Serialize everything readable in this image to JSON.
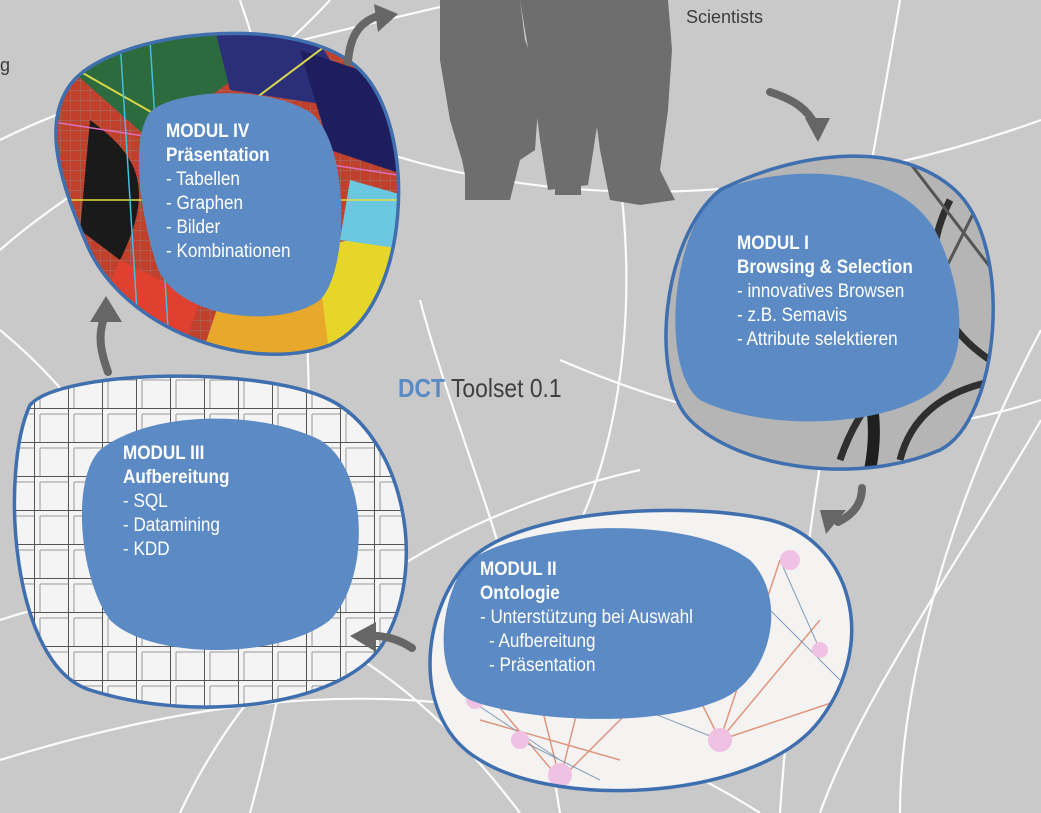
{
  "corner": {
    "scientists_label": "Scientists",
    "left_fragment": "g"
  },
  "center": {
    "brand": "DCT",
    "subtitle": "Toolset 0.1"
  },
  "modules": [
    {
      "title": "MODUL I",
      "subtitle": "Browsing & Selection",
      "items": [
        "- innovatives Browsen",
        "- z.B. Semavis",
        "- Attribute selektieren"
      ]
    },
    {
      "title": "MODUL II",
      "subtitle": "Ontologie",
      "items": [
        "- Unterstützung bei Auswahl",
        "  - Aufbereitung",
        "  - Präsentation"
      ]
    },
    {
      "title": "MODUL III",
      "subtitle": "Aufbereitung",
      "items": [
        "- SQL",
        "- Datamining",
        "- KDD"
      ]
    },
    {
      "title": "MODUL IV",
      "subtitle": "Präsentation",
      "items": [
        "- Tabellen",
        "- Graphen",
        "- Bilder",
        "- Kombinationen"
      ]
    }
  ],
  "colors": {
    "background": "#c9c9c9",
    "blob": "#5b8ac4",
    "blob_border": "#3f6fae",
    "arrow": "#666666",
    "silhouette": "#6e6e6e",
    "brand": "#5b8ac4"
  },
  "icons": [
    "people-silhouette-icon",
    "cycle-arrow-icon"
  ]
}
